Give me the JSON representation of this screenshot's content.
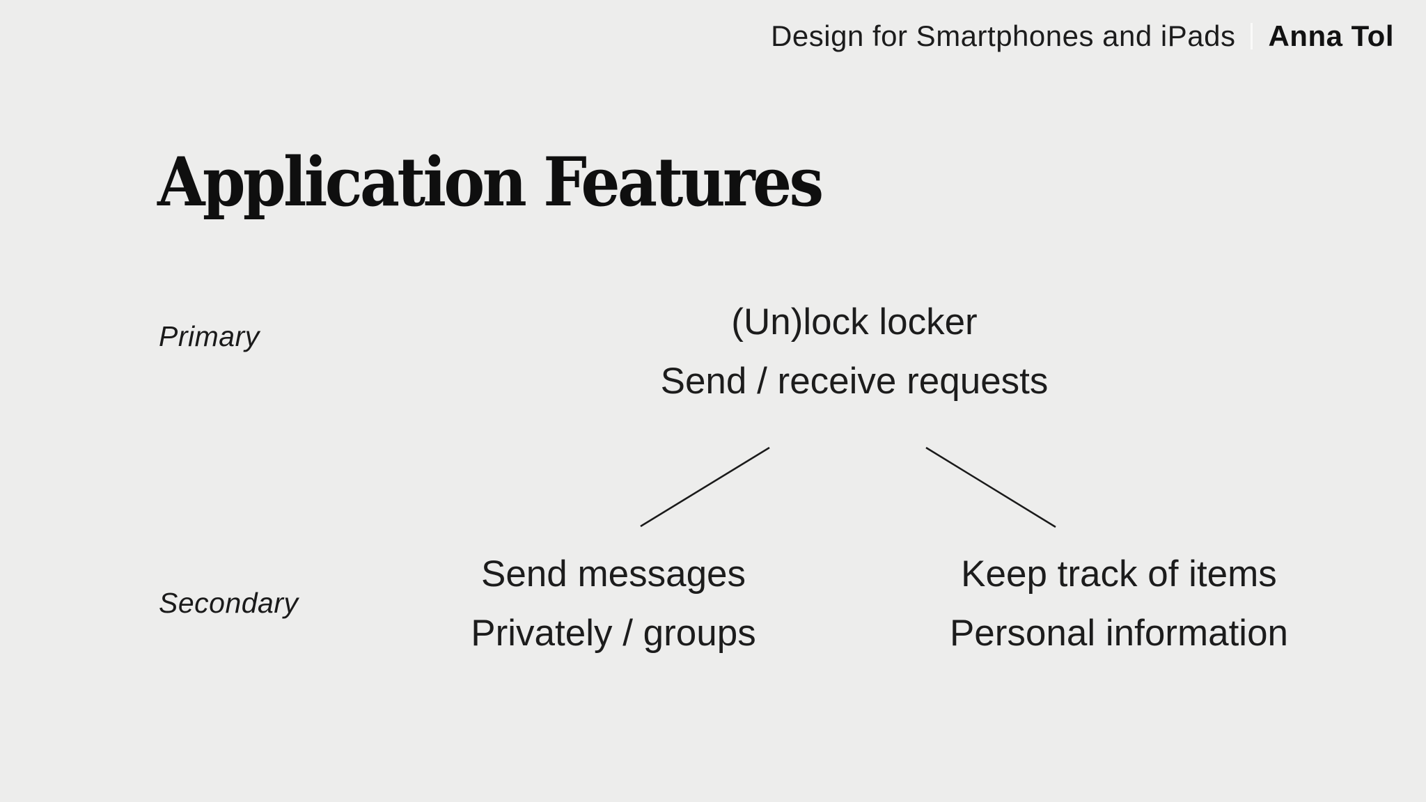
{
  "page": {
    "background_color": "#EDEDEC",
    "text_color": "#1B1B1B",
    "divider_color": "#FAFAF9"
  },
  "header": {
    "course_title": "Design for Smartphones and iPads",
    "author": "Anna Tol"
  },
  "slide": {
    "title": "Application Features"
  },
  "diagram": {
    "primary": {
      "label": "Primary",
      "features": [
        "(Un)lock locker",
        "Send / receive requests"
      ]
    },
    "secondary": {
      "label": "Secondary",
      "left_group": [
        "Send messages",
        "Privately / groups"
      ],
      "right_group": [
        "Keep track of items",
        "Personal information"
      ]
    }
  }
}
